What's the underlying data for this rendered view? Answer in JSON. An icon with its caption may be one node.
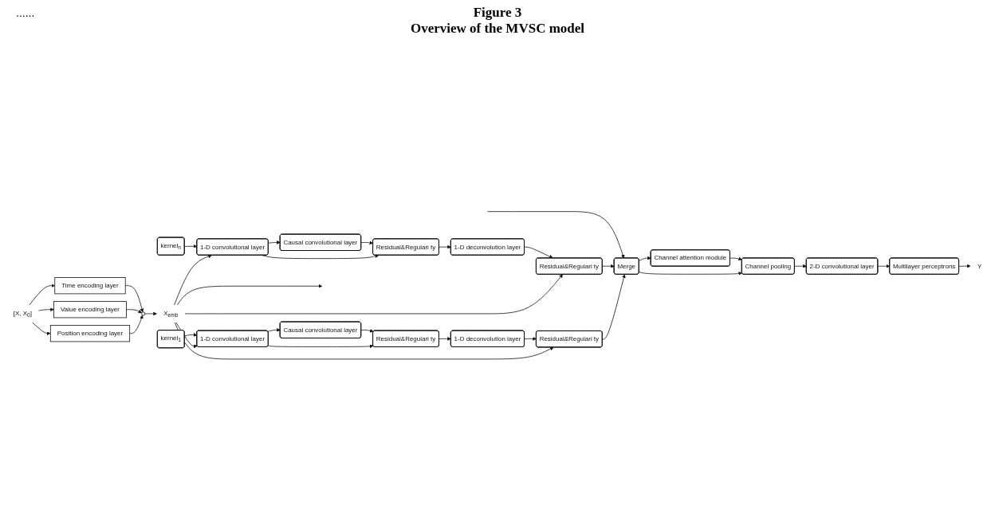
{
  "diagram": {
    "title": "Overview of the MVSC model",
    "nodes": [
      {
        "text": [
          "[X, X$_{0}$]"
        ]
      },
      {
        "text": [
          "Position encoding layer"
        ]
      },
      {
        "text": [
          "Value encoding layer"
        ]
      },
      {
        "text": [
          "Time encoding layer"
        ]
      },
      {
        "text": [],
        "shape": "circle"
      },
      {
        "text": [
          "X$_{emb}$"
        ]
      },
      {
        "text": [
          "kernel$_{1}$"
        ]
      },
      {
        "text": [
          "1-D convolutional layer"
        ]
      },
      {
        "text": [
          "Causal convolutional layer"
        ]
      },
      {
        "text": [
          "Residual&Regulari ty"
        ]
      },
      {
        "text": [
          "1-D deconvolution layer"
        ]
      },
      {
        "text": [
          "Residual&Regulari ty"
        ]
      },
      {
        "text": [
          "kernel$_{n}$"
        ]
      },
      {
        "text": [
          "1-D convolutional layer"
        ]
      },
      {
        "text": [
          "Causal convolutional layer"
        ]
      },
      {
        "text": [
          "Residual&Regulari ty"
        ]
      },
      {
        "text": [
          "1-D deconvolution layer"
        ]
      },
      {
        "text": [
          "Residual&Regulari ty"
        ]
      },
      {
        "text": [
          "Merge"
        ]
      },
      {
        "text": [
          "Channel attention module"
        ]
      },
      {
        "text": [
          "Channel pooling"
        ]
      },
      {
        "text": [
          "2-D convolutional layer"
        ]
      },
      {
        "text": [
          "Multilayer perceptrons"
        ]
      },
      {
        "text": [
          "Y"
        ]
      }
    ],
    "edges": [
      {
        "from": 0,
        "to": 1,
        "arrow": "to"
      },
      {
        "from": 0,
        "to": 2,
        "arrow": "to"
      },
      {
        "from": 0,
        "to": 3,
        "arrow": "to"
      },
      {
        "from": 1,
        "to": 4,
        "arrow": "to"
      },
      {
        "from": 2,
        "to": 4,
        "arrow": "to"
      },
      {
        "from": 3,
        "to": 4,
        "arrow": "to"
      },
      {
        "from": 4,
        "to": 5,
        "arrow": "to"
      },
      {
        "from": 5,
        "to": 7,
        "arrow": "to"
      },
      {
        "from": 5,
        "to": 11,
        "arrow": "to"
      },
      {
        "from": 5,
        "to": null,
        "arrow": "to"
      },
      {
        "from": 5,
        "to": 13,
        "arrow": "to"
      },
      {
        "from": 5,
        "to": 17,
        "arrow": "to"
      },
      {
        "from": 6,
        "to": 7,
        "arrow": "to"
      },
      {
        "from": 7,
        "to": 8,
        "arrow": "to"
      },
      {
        "from": 7,
        "to": 9,
        "arrow": "to"
      },
      {
        "from": 8,
        "to": 9,
        "arrow": "to"
      },
      {
        "from": 9,
        "to": 10,
        "arrow": "to"
      },
      {
        "from": 10,
        "to": 11,
        "arrow": "to"
      },
      {
        "from": 11,
        "to": 18,
        "arrow": "to"
      },
      {
        "from": 12,
        "to": 13,
        "arrow": "to"
      },
      {
        "from": 13,
        "to": 14,
        "arrow": "to"
      },
      {
        "from": 13,
        "to": 15,
        "arrow": "to"
      },
      {
        "from": 14,
        "to": 15,
        "arrow": "to"
      },
      {
        "from": 15,
        "to": 16,
        "arrow": "to"
      },
      {
        "from": 16,
        "to": 17,
        "arrow": "to"
      },
      {
        "from": 17,
        "to": 18,
        "arrow": "to"
      },
      {
        "from": null,
        "to": 18,
        "arrow": "to"
      },
      {
        "from": 18,
        "to": 20,
        "arrow": "to"
      },
      {
        "from": 18,
        "to": 19,
        "arrow": "to"
      },
      {
        "from": 19,
        "to": 20,
        "arrow": "to"
      },
      {
        "from": 20,
        "to": 21,
        "arrow": "to"
      },
      {
        "from": 21,
        "to": 22,
        "arrow": "to"
      },
      {
        "from": 22,
        "to": 23,
        "arrow": "to"
      }
    ],
    "labels": [
      "Figure 3",
      "......"
    ]
  }
}
